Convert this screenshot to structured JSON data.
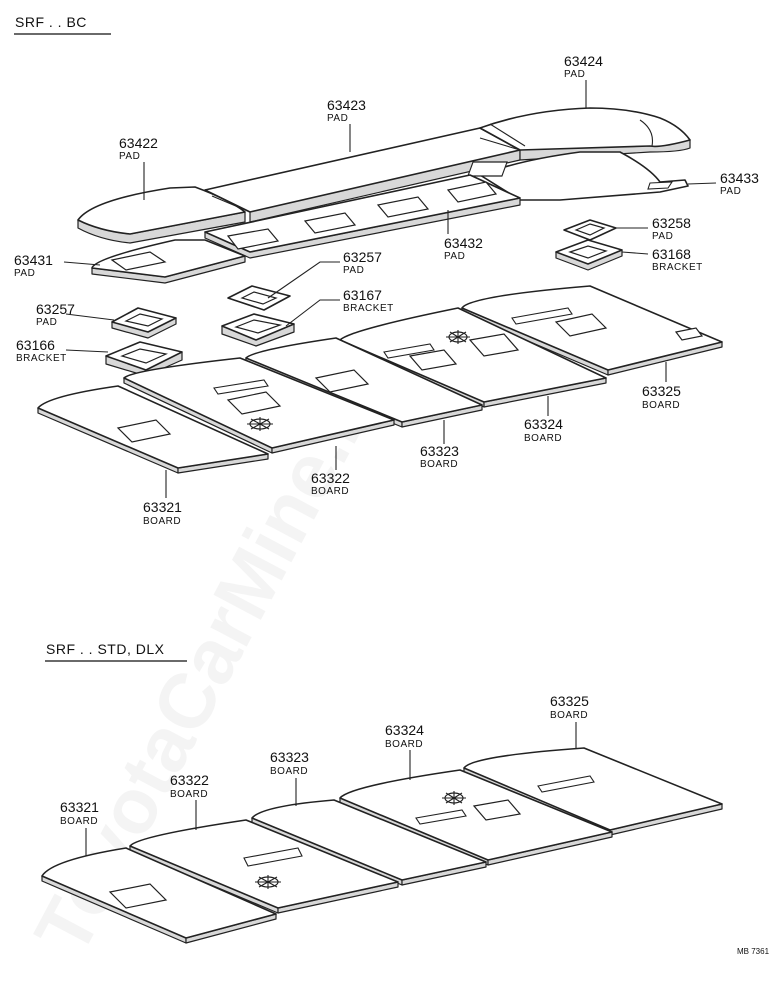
{
  "watermark": "ToyotaCarMine.ru",
  "code": "MB 7361",
  "sections": [
    {
      "id": "bc",
      "title": "SRF . . BC"
    },
    {
      "id": "std",
      "title": "SRF . . STD, DLX"
    }
  ],
  "callouts_bc": [
    {
      "number": "63424",
      "name": "PAD"
    },
    {
      "number": "63423",
      "name": "PAD"
    },
    {
      "number": "63422",
      "name": "PAD"
    },
    {
      "number": "63433",
      "name": "PAD"
    },
    {
      "number": "63258",
      "name": "PAD"
    },
    {
      "number": "63168",
      "name": "BRACKET"
    },
    {
      "number": "63431",
      "name": "PAD"
    },
    {
      "number": "63432",
      "name": "PAD"
    },
    {
      "number": "63257",
      "name": "PAD"
    },
    {
      "number": "63167",
      "name": "BRACKET"
    },
    {
      "number": "63257",
      "name": "PAD"
    },
    {
      "number": "63166",
      "name": "BRACKET"
    },
    {
      "number": "63325",
      "name": "BOARD"
    },
    {
      "number": "63324",
      "name": "BOARD"
    },
    {
      "number": "63323",
      "name": "BOARD"
    },
    {
      "number": "63322",
      "name": "BOARD"
    },
    {
      "number": "63321",
      "name": "BOARD"
    }
  ],
  "callouts_std": [
    {
      "number": "63325",
      "name": "BOARD"
    },
    {
      "number": "63324",
      "name": "BOARD"
    },
    {
      "number": "63323",
      "name": "BOARD"
    },
    {
      "number": "63322",
      "name": "BOARD"
    },
    {
      "number": "63321",
      "name": "BOARD"
    }
  ]
}
